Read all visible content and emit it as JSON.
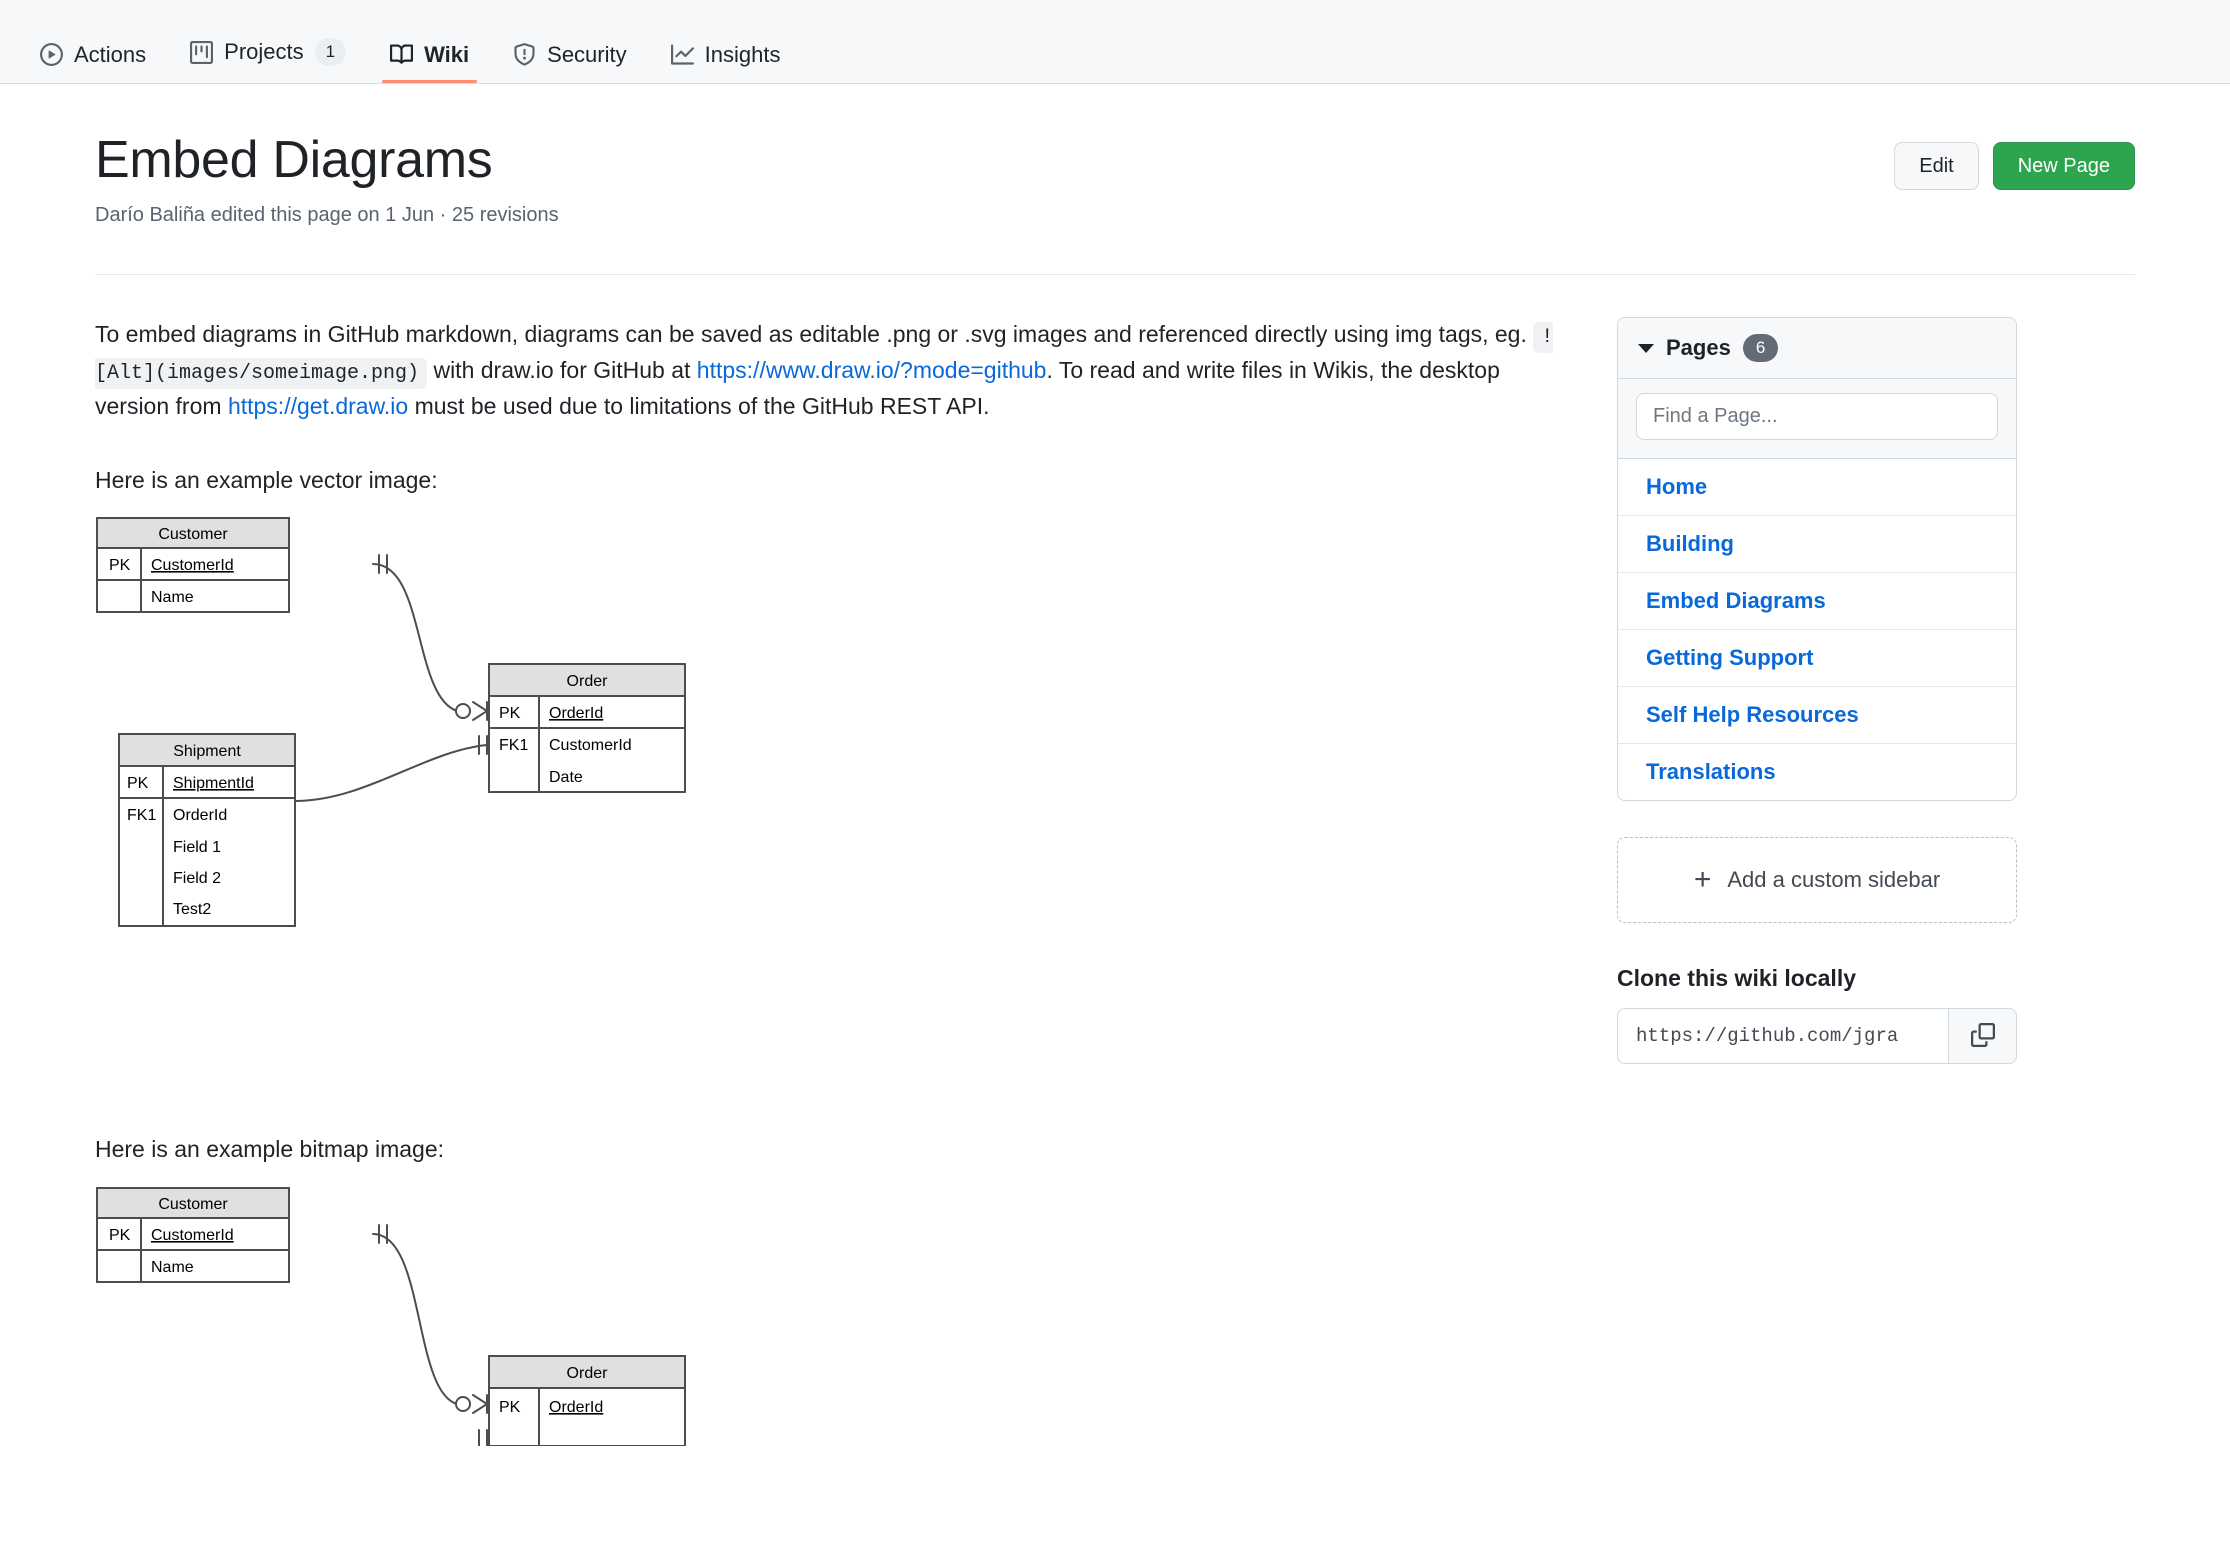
{
  "nav": {
    "tabs": [
      {
        "label": "Actions",
        "icon": "play-circle-icon",
        "count": null,
        "active": false
      },
      {
        "label": "Projects",
        "icon": "project-board-icon",
        "count": "1",
        "active": false
      },
      {
        "label": "Wiki",
        "icon": "book-icon",
        "count": null,
        "active": true
      },
      {
        "label": "Security",
        "icon": "shield-alert-icon",
        "count": null,
        "active": false
      },
      {
        "label": "Insights",
        "icon": "graph-icon",
        "count": null,
        "active": false
      }
    ]
  },
  "header": {
    "title": "Embed Diagrams",
    "byline": "Darío Baliña edited this page on 1 Jun · 25 revisions",
    "edit_label": "Edit",
    "new_page_label": "New Page"
  },
  "content": {
    "paragraph": {
      "part1": "To embed diagrams in GitHub markdown, diagrams can be saved as editable .png or .svg images and referenced directly using img tags, eg. ",
      "code": "![Alt](images/someimage.png)",
      "part2": " with draw.io for GitHub at ",
      "link1": "https://www.draw.io/?mode=github",
      "part3": ". To read and write files in Wikis, the desktop version from ",
      "link2": "https://get.draw.io",
      "part4": " must be used due to limitations of the GitHub REST API."
    },
    "vector_caption": "Here is an example vector image:",
    "bitmap_caption": "Here is an example bitmap image:"
  },
  "diagram": {
    "type": "entity-relationship",
    "entities": [
      {
        "name": "Customer",
        "rows": [
          {
            "key": "PK",
            "field": "CustomerId",
            "underline": true
          },
          {
            "key": "",
            "field": "Name",
            "underline": false
          }
        ]
      },
      {
        "name": "Order",
        "rows": [
          {
            "key": "PK",
            "field": "OrderId",
            "underline": true
          },
          {
            "key": "FK1",
            "field": "CustomerId",
            "underline": false
          },
          {
            "key": "",
            "field": "Date",
            "underline": false
          }
        ]
      },
      {
        "name": "Shipment",
        "rows": [
          {
            "key": "PK",
            "field": "ShipmentId",
            "underline": true
          },
          {
            "key": "FK1",
            "field": "OrderId",
            "underline": false
          },
          {
            "key": "",
            "field": "Field 1",
            "underline": false
          },
          {
            "key": "",
            "field": "Field 2",
            "underline": false
          },
          {
            "key": "",
            "field": "Test2",
            "underline": false
          }
        ]
      }
    ],
    "relationships": [
      {
        "from": "Customer",
        "to": "Order",
        "from_card": "one-and-only-one",
        "to_card": "zero-or-many"
      },
      {
        "from": "Shipment",
        "to": "Order",
        "from_card": "zero-or-many",
        "to_card": "one-and-only-one"
      }
    ],
    "header_fill": "#e0e0e0",
    "stroke": "#4d4d4d"
  },
  "sidebar": {
    "pages_title": "Pages",
    "pages_count": "6",
    "find_placeholder": "Find a Page...",
    "pages": [
      {
        "label": "Home"
      },
      {
        "label": "Building"
      },
      {
        "label": "Embed Diagrams"
      },
      {
        "label": "Getting Support"
      },
      {
        "label": "Self Help Resources"
      },
      {
        "label": "Translations"
      }
    ],
    "add_sidebar_label": "Add a custom sidebar",
    "clone_title": "Clone this wiki locally",
    "clone_url": "https://github.com/jgra"
  },
  "colors": {
    "accent_green": "#2da44e",
    "link_blue": "#0969da",
    "active_tab_underline": "#fd8c73",
    "header_bg": "#f6f8fa"
  }
}
